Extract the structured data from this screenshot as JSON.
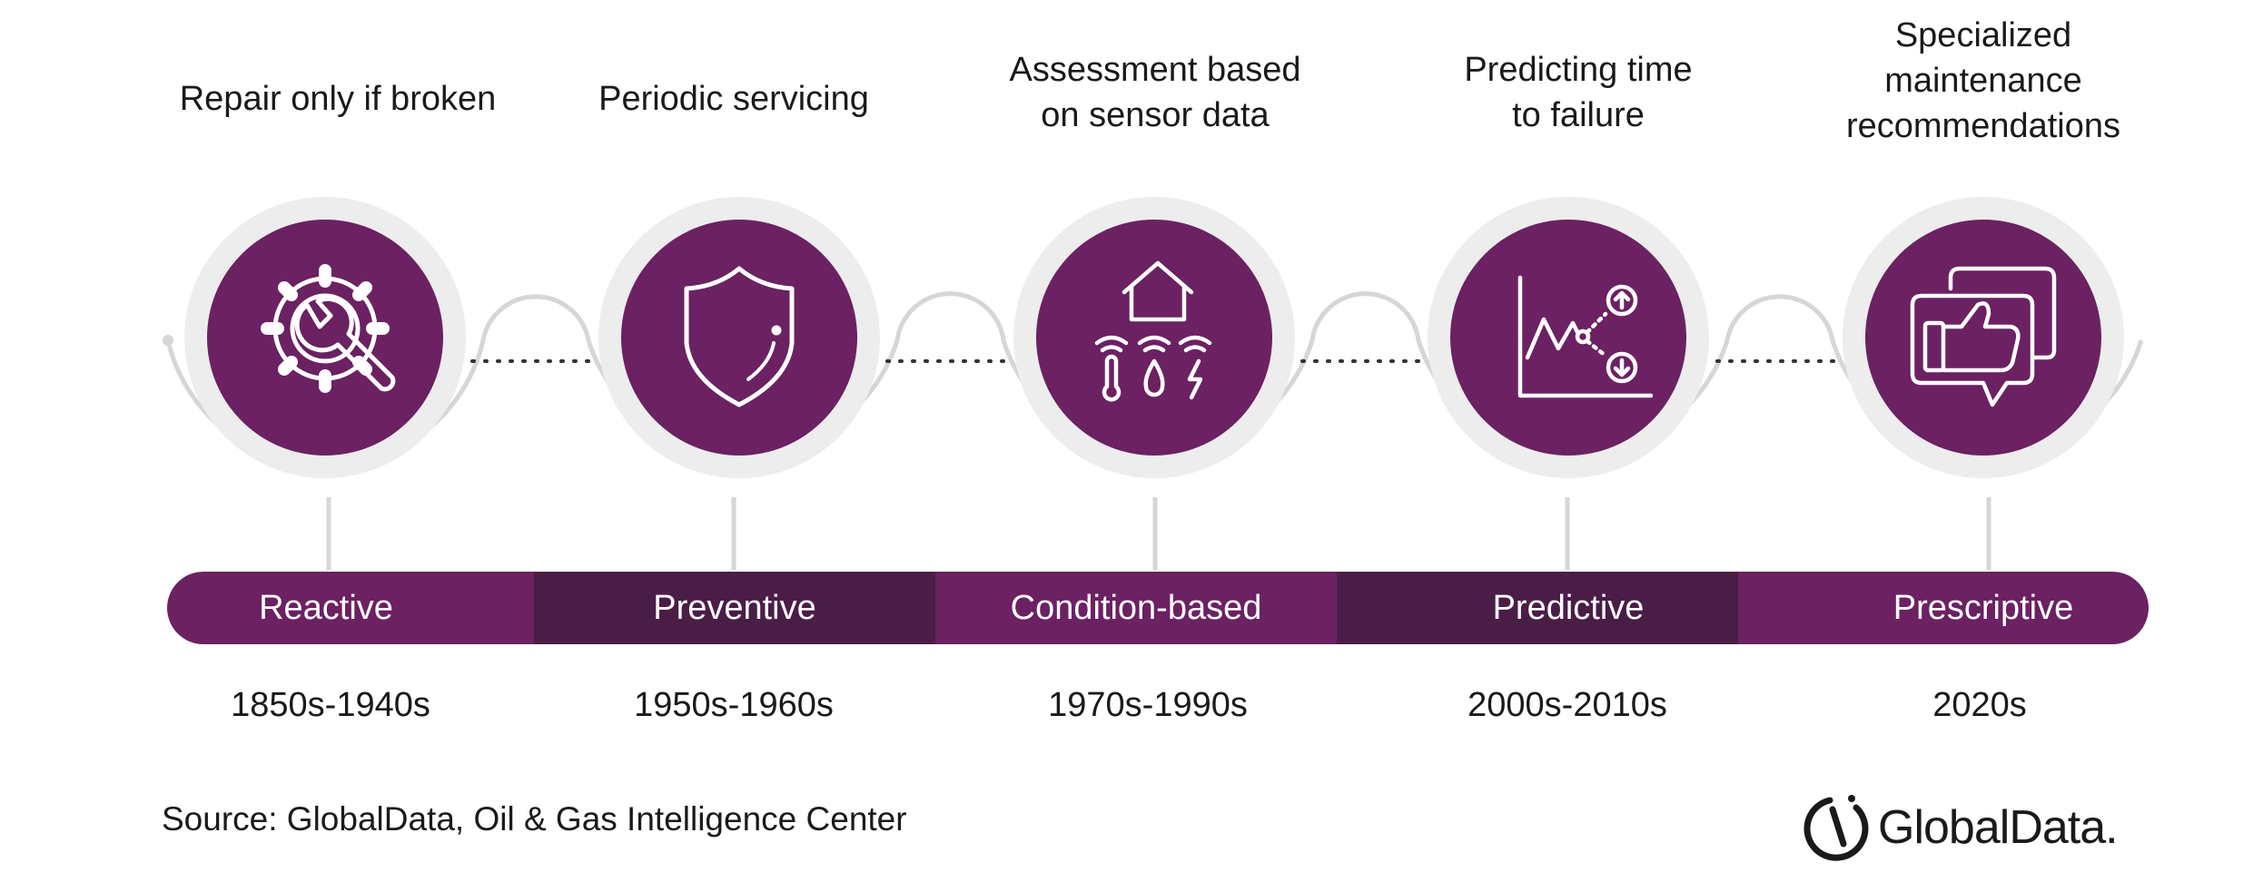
{
  "stages": [
    {
      "description": "Repair only if broken",
      "label": "Reactive",
      "era": "1850s-1940s",
      "icon": "gear-wrench-icon"
    },
    {
      "description": "Periodic servicing",
      "label": "Preventive",
      "era": "1950s-1960s",
      "icon": "shield-icon"
    },
    {
      "description": "Assessment based\non sensor data",
      "label": "Condition-based",
      "era": "1970s-1990s",
      "icon": "sensor-house-icon"
    },
    {
      "description": "Predicting time\nto failure",
      "label": "Predictive",
      "era": "2000s-2010s",
      "icon": "trend-chart-icon"
    },
    {
      "description": "Specialized\nmaintenance\nrecommendations",
      "label": "Prescriptive",
      "era": "2020s",
      "icon": "thumbs-up-chat-icon"
    }
  ],
  "source": "Source: GlobalData, Oil & Gas Intelligence Center",
  "brand": "GlobalData.",
  "colors": {
    "primary": "#6b2162",
    "secondary": "#4a1d47",
    "ring": "#ededed",
    "line": "#d6d6d6",
    "text": "#1a1a1a"
  }
}
